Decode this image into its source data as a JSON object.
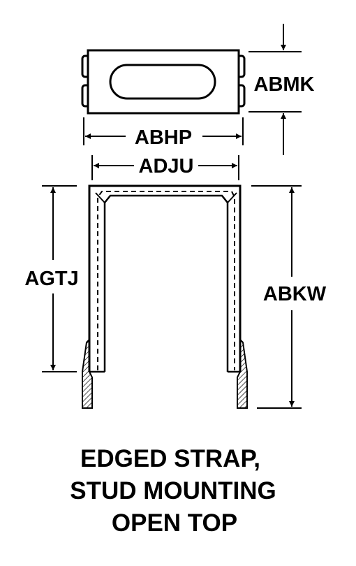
{
  "dimensions": {
    "abmk": "ABMK",
    "abhp": "ABHP",
    "adju": "ADJU",
    "agtj": "AGTJ",
    "abkw": "ABKW"
  },
  "caption": {
    "line1": "EDGED STRAP,",
    "line2": "STUD MOUNTING",
    "line3": "OPEN TOP"
  }
}
